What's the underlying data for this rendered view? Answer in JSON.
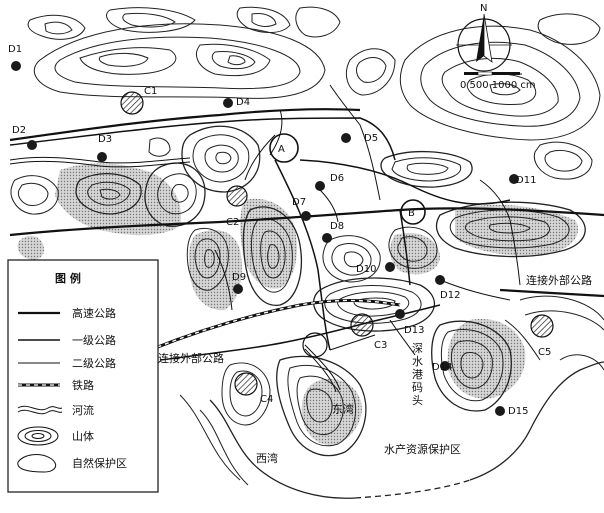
{
  "compass": {
    "north": "N",
    "scale": "0   500 1000 cm"
  },
  "points": {
    "D1": "D1",
    "D2": "D2",
    "D3": "D3",
    "D4": "D4",
    "D5": "D5",
    "D6": "D6",
    "D7": "D7",
    "D8": "D8",
    "D9": "D9",
    "D10": "D10",
    "D11": "D11",
    "D12": "D12",
    "D13": "D13",
    "D14": "D14",
    "D15": "D15"
  },
  "candidates": {
    "C1": "C1",
    "C2": "C2",
    "C3": "C3",
    "C4": "C4",
    "C5": "C5"
  },
  "junctions": {
    "A": "A",
    "B": "B"
  },
  "places": {
    "external_road_right": "连接外部公路",
    "external_road_left": "连接外部公路",
    "harbor_1": "深",
    "harbor_2": "水",
    "harbor_3": "港",
    "harbor_4": "码",
    "harbor_5": "头",
    "east_bay": "东湾",
    "west_bay": "西湾",
    "reserve": "水产资源保护区"
  },
  "legend": {
    "title": "图    例",
    "items": {
      "highway": "高速公路",
      "road1": "一级公路",
      "road2": "二级公路",
      "rail": "铁路",
      "river": "河流",
      "mountain": "山体",
      "nature": "自然保护区"
    }
  }
}
